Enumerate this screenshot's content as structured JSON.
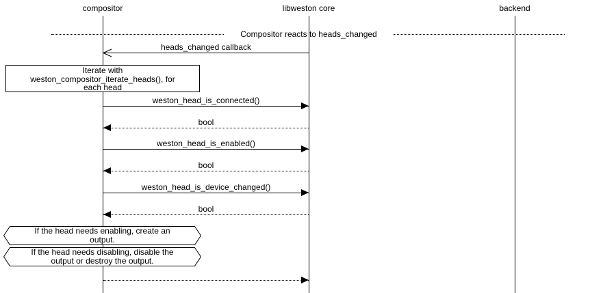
{
  "diagram": {
    "title_context": "sequence diagram",
    "participants": [
      {
        "label": "compositor"
      },
      {
        "label": "libweston core"
      },
      {
        "label": "backend"
      }
    ],
    "divider": {
      "label": "Compositor reacts to heads_changed"
    },
    "messages": [
      {
        "label": "heads_changed callback"
      },
      {
        "label": "weston_head_is_connected()"
      },
      {
        "label": "bool"
      },
      {
        "label": "weston_head_is_enabled()"
      },
      {
        "label": "bool"
      },
      {
        "label": "weston_head_is_device_changed()"
      },
      {
        "label": "bool"
      }
    ],
    "notes": [
      {
        "lines": [
          "Iterate with",
          "weston_compositor_iterate_heads(), for",
          "each head"
        ]
      },
      {
        "lines": [
          "If the head needs enabling, create an",
          "output."
        ]
      },
      {
        "lines": [
          "If the head needs disabling, disable the",
          "output or destroy the output."
        ]
      }
    ],
    "colors": {
      "line": "#000000",
      "background": "#ffffff"
    }
  }
}
